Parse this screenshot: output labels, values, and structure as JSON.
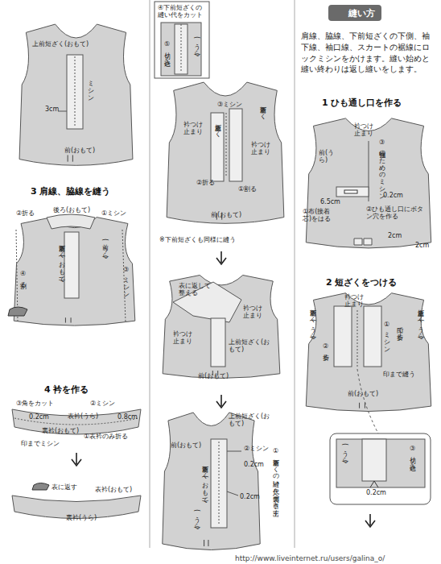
{
  "diagram": {
    "nodes": [
      {
        "text": [
          "縫い方"
        ]
      }
    ],
    "labels": [
      "上前短ざく(おもて)",
      "ミシン",
      "3cm",
      "前(おもて)",
      "3 肩線、脇線を縫う",
      "②折る",
      "後ろ(おもて)",
      "①ミシン",
      "前(うら)",
      "下前短ざく(おもて)",
      "③ミシン",
      "④割る",
      "4 衿を作る",
      "③角をカット",
      "②ミシン",
      "0.2cm",
      "表衿(うら)",
      "0.8cm",
      "裏衿(おもて)",
      "①表衿のみ折る",
      "印までミシン",
      "表に返す",
      "表衿(おもて)",
      "裏衿(うら)",
      "④下前短ざくの縫い代をカット",
      "(うら)",
      "⑤切り込み",
      "③ミシン",
      "衿つけ止まり",
      "上前短ざく",
      "下前短ざく",
      "衿つけ止まり",
      "②折る",
      "①割る",
      "前(おもて)",
      "※下前短ざくも同様に縫う",
      "表に返して整える",
      "衿つけ止まり",
      "衿つけ止まり",
      "上前短ざく(おもて)",
      "前(おもて)",
      "上前短ざく(おもて)",
      "前(おもて)",
      "②ミシン",
      "0.2cm",
      "下前短ざく(おもて)",
      "0.2cm",
      "(うら)",
      "①下前短ざくの縫い代を裏側へ引き出す",
      "肩線、脇線、下前短ざくの下側、袖下線、袖口線、スカートの裾線にロックミシンをかけます。縫い始めと縫い終わりは返し縫いをします。",
      "1 ひも通し口を作る",
      "衿つけ止まり",
      "前(うら)",
      "③補強のためのミシン",
      "0.2cm",
      "6.5cm",
      "①布(接着芯)をはる",
      "②ひも通し口にボタン穴を作る",
      "2cm",
      "2cm",
      "2 短ざくをつける",
      "衿つけ止まり",
      "下前短ざく(うら)",
      "上前短ざく(うら)",
      "①ミシン",
      "印で折る",
      "②折る",
      "印まで縫う",
      "前(おもて)",
      "(うら)",
      "0.2cm",
      "③切り込み",
      "http://www.liveinternet.ru/users/galina_o/"
    ]
  }
}
